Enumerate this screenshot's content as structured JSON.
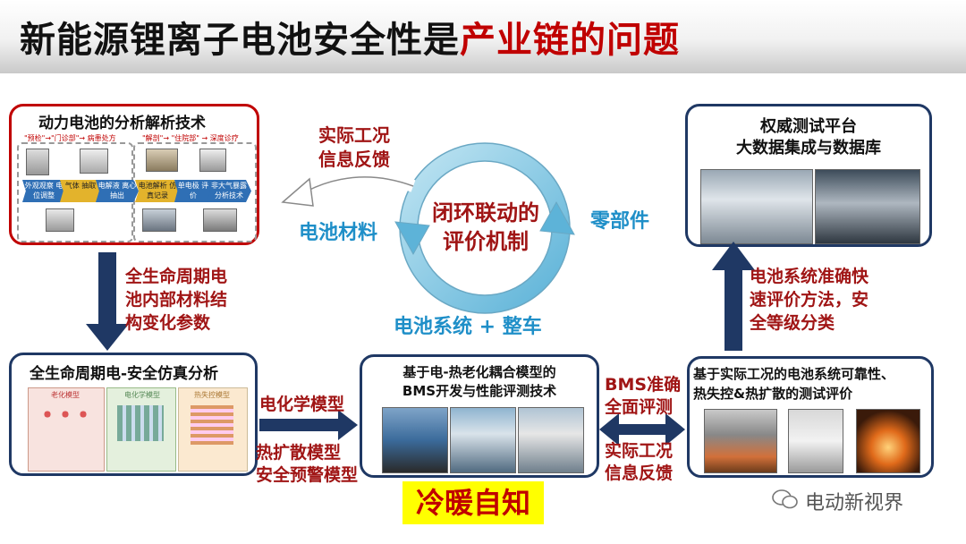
{
  "title": {
    "prefix": "新能源锂离子电池安全性是",
    "highlight": "产业链的问题"
  },
  "center": {
    "feedback_label": "实际工况\n信息反馈",
    "cycle_text": "闭环联动的\n评价机制",
    "left_label": "电池材料",
    "right_label": "零部件",
    "bottom_label": "电池系统 + 整车"
  },
  "box_top_left": {
    "title": "动力电池的分析解析技术",
    "flow_top": [
      "\"预检\"→\"门诊部\"→ 病患处方",
      "\"解剖\"→ \"住院部\" → 深度诊疗"
    ],
    "chevrons": [
      "外观观察\n电位调整",
      "气体\n抽取",
      "电解液\n离心抽出",
      "电池解析\n仿真记录",
      "单电极\n评价",
      "非大气暴露\n分析技术"
    ]
  },
  "box_top_right": {
    "title_line1": "权威测试平台",
    "title_line2": "大数据集成与数据库"
  },
  "box_bottom_left": {
    "title": "全生命周期电-安全仿真分析",
    "panels": [
      "老化模型",
      "电化学模型",
      "热失控模型"
    ]
  },
  "box_bottom_center": {
    "title_line1": "基于电-热老化耦合模型的",
    "title_line2": "BMS开发与性能评测技术"
  },
  "box_bottom_right": {
    "title_line1": "基于实际工况的电池系统可靠性、",
    "title_line2": "热失控&热扩散的测试评价"
  },
  "labels": {
    "left_arrow": "全生命周期电\n池内部材料结\n构变化参数",
    "right_arrow": "电池系统准确快\n速评价方法，安\n全等级分类",
    "mid_left_top": "电化学模型",
    "mid_left_bottom": "热扩散模型\n安全预警模型",
    "mid_right_top": "BMS准确\n全面评测",
    "mid_right_bottom": "实际工况\n信息反馈"
  },
  "badge": "冷暖自知",
  "watermark": "电动新视界",
  "colors": {
    "accent_red": "#c00000",
    "navy": "#1f3864",
    "cyan": "#1f8fc8",
    "badge_yellow": "#ffff00"
  }
}
